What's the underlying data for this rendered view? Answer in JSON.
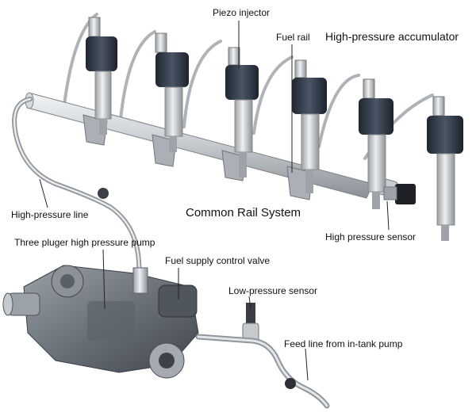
{
  "figure": {
    "title": "Common Rail System",
    "labels": {
      "piezo_injector": "Piezo injector",
      "fuel_rail": "Fuel rail",
      "high_pressure_accumulator": "High-pressure accumulator",
      "high_pressure_line": "High-pressure line",
      "three_pluger_pump": "Three pluger high pressure pump",
      "fuel_supply_control_valve": "Fuel supply control valve",
      "low_pressure_sensor": "Low-pressure sensor",
      "feed_line": "Feed line from in-tank pump",
      "high_pressure_sensor": "High pressure sensor"
    }
  },
  "colors": {
    "background": "#ffffff",
    "metal_light": "#e3e6e8",
    "metal_mid": "#b9bec3",
    "metal_dark": "#7c8287",
    "coil_dark": "#2f3744",
    "pump_body": "#6c737a",
    "leader_line": "#222222"
  }
}
